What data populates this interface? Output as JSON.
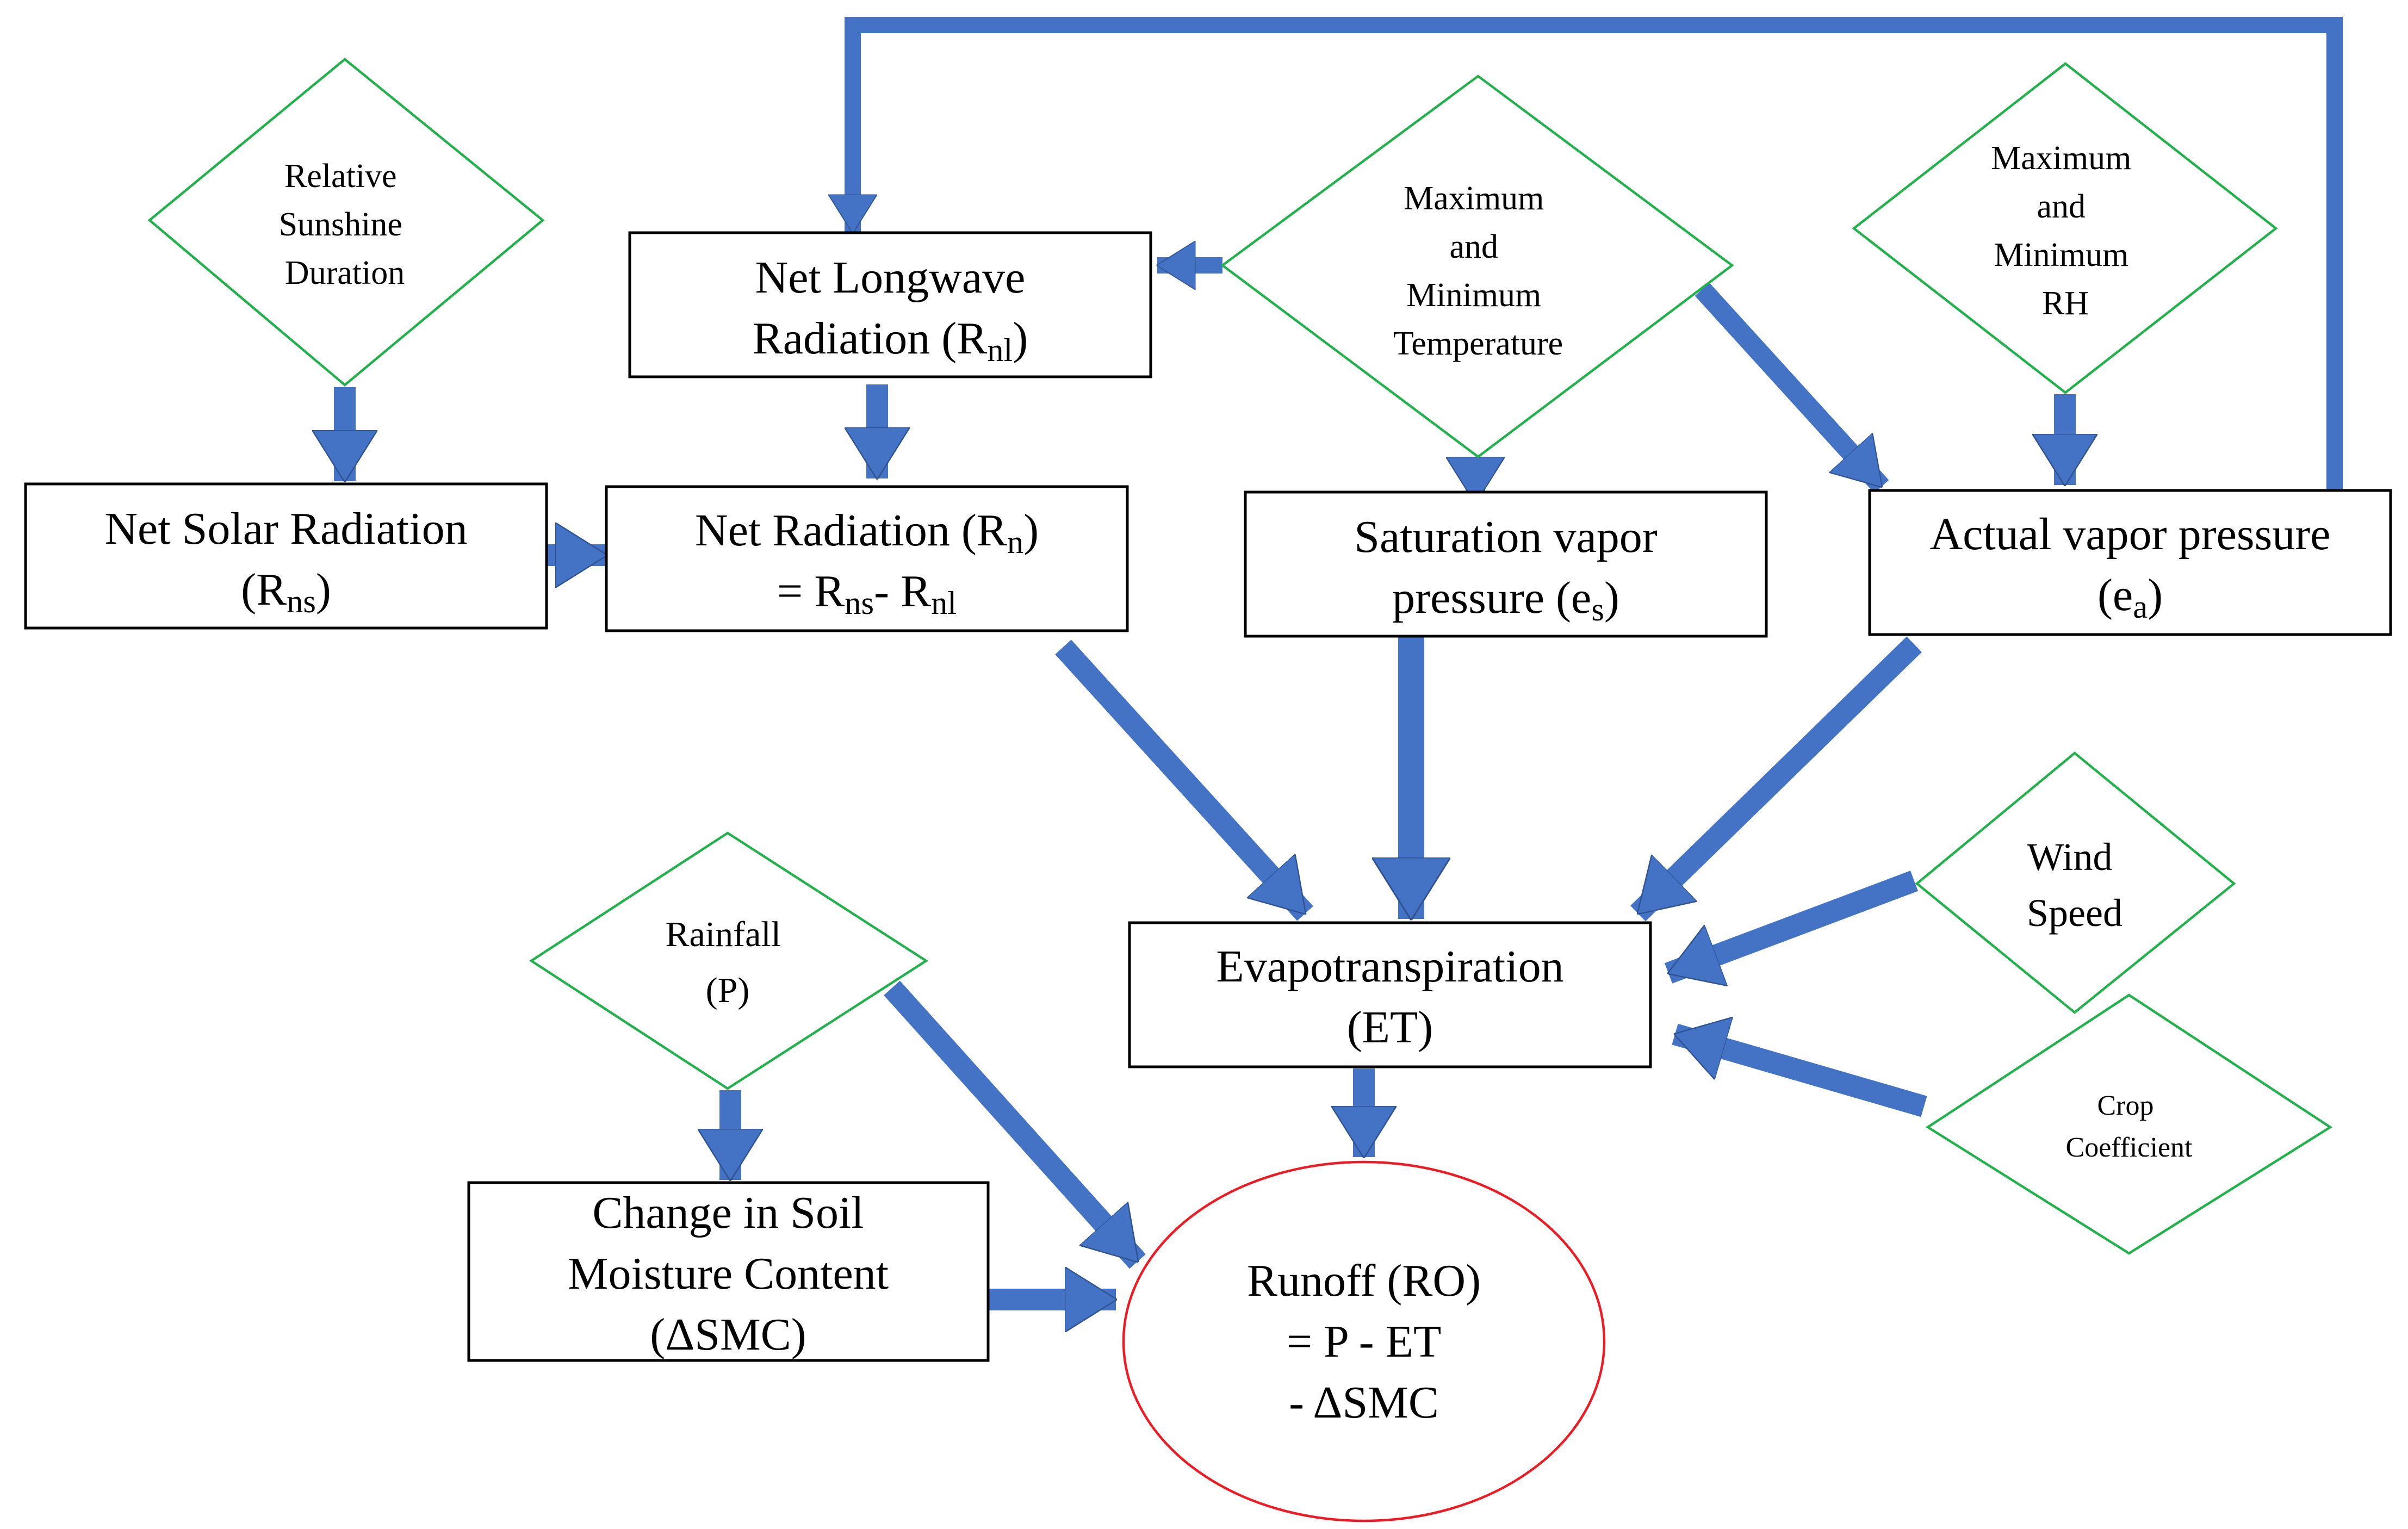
{
  "colors": {
    "arrow": "#4472c4",
    "arrow_edge": "#2f528f",
    "box_border": "#000000",
    "diamond_border": "#22b14c",
    "result_border": "#ed1c24"
  },
  "diamonds": {
    "sunshine": [
      "Relative",
      "Sunshine",
      "Duration"
    ],
    "temperature": [
      "Maximum",
      "and",
      "Minimum",
      "Temperature"
    ],
    "humidity": [
      "Maximum",
      "and",
      "Minimum",
      "RH"
    ],
    "wind": [
      "Wind",
      "Speed"
    ],
    "crop": [
      "Crop",
      "Coefficient"
    ],
    "rainfall": [
      "Rainfall",
      "(P)"
    ]
  },
  "boxes": {
    "net_longwave": {
      "line1": "Net Longwave",
      "line2_text": "Radiation (R",
      "line2_sub": "nl",
      "line2_end": ")"
    },
    "net_solar": {
      "line1": "Net Solar Radiation",
      "line2_text": "(R",
      "line2_sub": "ns",
      "line2_end": ")"
    },
    "net_radiation": {
      "line1_text": "Net Radiation (R",
      "line1_sub": "n",
      "line1_end": ")",
      "line2_a": "= R",
      "line2_sub1": "ns",
      "line2_b": "- R",
      "line2_sub2": "nl"
    },
    "saturation": {
      "line1": "Saturation vapor",
      "line2_text": "pressure (e",
      "line2_sub": "s",
      "line2_end": ")"
    },
    "actual": {
      "line1": "Actual vapor pressure",
      "line2_text": "(e",
      "line2_sub": "a",
      "line2_end": ")"
    },
    "et": {
      "line1": "Evapotranspiration",
      "line2": "(ET)"
    },
    "soil": {
      "line1": "Change in Soil",
      "line2": "Moisture Content",
      "line3": "(ΔSMC)"
    }
  },
  "result": {
    "line1": "Runoff (RO)",
    "line2": "= P - ET",
    "line3": "- ΔSMC"
  },
  "arrows": [
    {
      "from": "Relative Sunshine Duration",
      "to": "Net Solar Radiation"
    },
    {
      "from": "Net Longwave Radiation",
      "to": "Net Radiation"
    },
    {
      "from": "Net Solar Radiation",
      "to": "Net Radiation"
    },
    {
      "from": "Maximum and Minimum Temperature",
      "to": "Net Longwave Radiation"
    },
    {
      "from": "Maximum and Minimum Temperature",
      "to": "Saturation vapor pressure"
    },
    {
      "from": "Maximum and Minimum Temperature",
      "to": "Actual vapor pressure"
    },
    {
      "from": "Maximum and Minimum RH",
      "to": "Actual vapor pressure"
    },
    {
      "from": "Actual vapor pressure",
      "to": "Net Longwave Radiation"
    },
    {
      "from": "Net Radiation",
      "to": "Evapotranspiration"
    },
    {
      "from": "Saturation vapor pressure",
      "to": "Evapotranspiration"
    },
    {
      "from": "Actual vapor pressure",
      "to": "Evapotranspiration"
    },
    {
      "from": "Wind Speed",
      "to": "Evapotranspiration"
    },
    {
      "from": "Crop Coefficient",
      "to": "Evapotranspiration"
    },
    {
      "from": "Evapotranspiration",
      "to": "Runoff"
    },
    {
      "from": "Rainfall",
      "to": "Change in Soil Moisture Content"
    },
    {
      "from": "Rainfall",
      "to": "Runoff"
    },
    {
      "from": "Change in Soil Moisture Content",
      "to": "Runoff"
    }
  ]
}
